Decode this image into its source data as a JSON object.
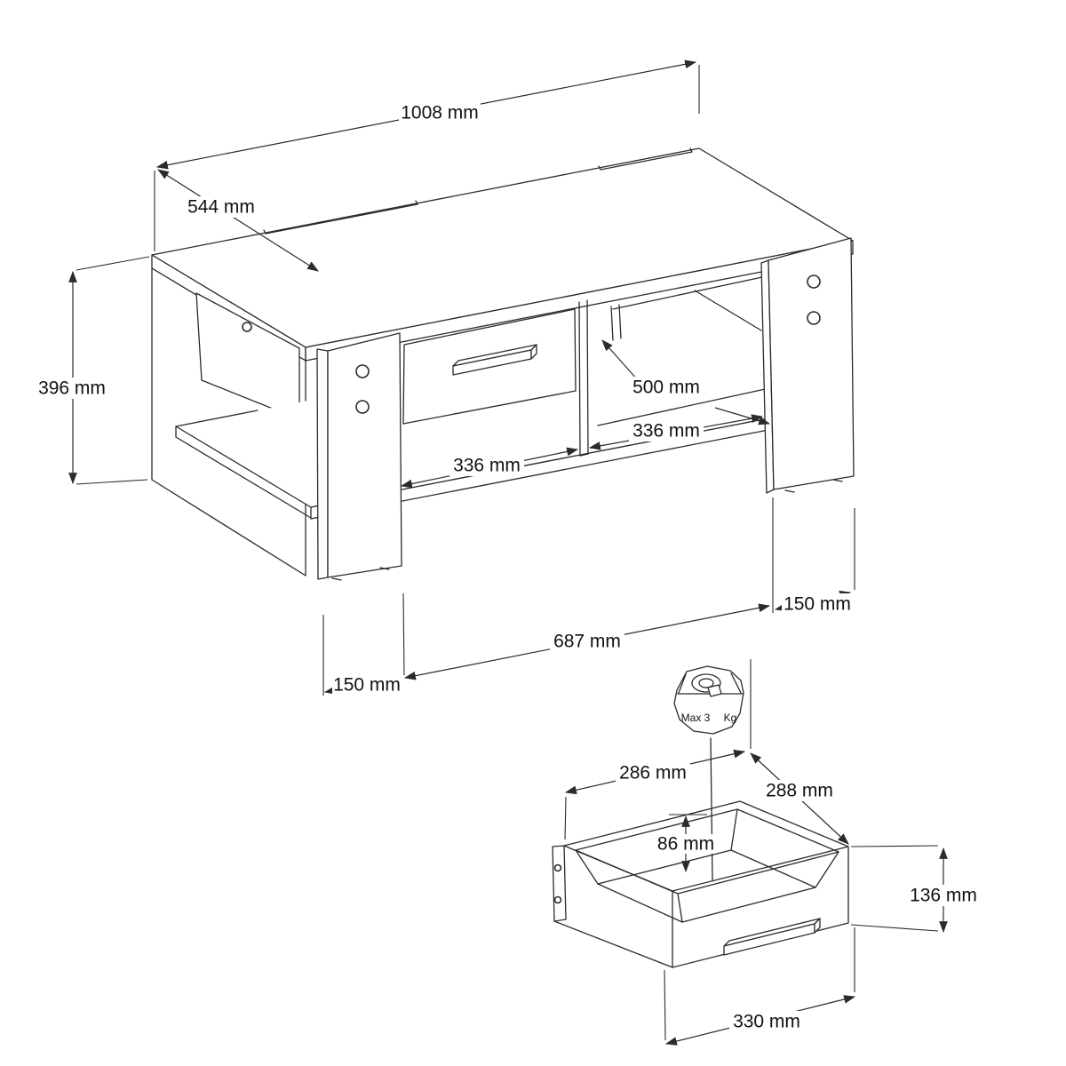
{
  "colors": {
    "line": "#2b2b2b",
    "text": "#111111",
    "background": "#ffffff"
  },
  "main_view": {
    "dims": {
      "width": "1008 mm",
      "depth": "544 mm",
      "height": "396 mm",
      "inner_depth": "500 mm",
      "right_opening": "336 mm",
      "left_opening": "336 mm",
      "leg_span": "687 mm",
      "left_leg_width": "150 mm",
      "right_leg_width": "150 mm"
    }
  },
  "drawer_view": {
    "dims": {
      "inner_width": "286 mm",
      "outer_depth": "288 mm",
      "inner_height": "86 mm",
      "front_height": "136 mm",
      "front_width": "330 mm"
    },
    "weight": {
      "label": "Max 3",
      "unit": "Kg"
    }
  }
}
